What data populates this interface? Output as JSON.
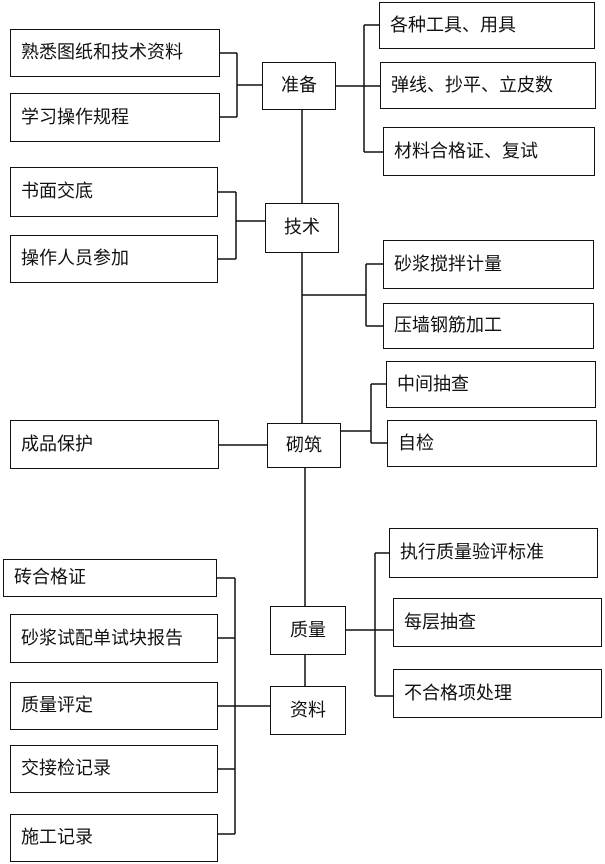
{
  "nodes": {
    "prep": "准备",
    "tech": "技术",
    "masonry": "砌筑",
    "quality": "质量",
    "records": "资料"
  },
  "left": {
    "prep_1": "熟悉图纸和技术资料",
    "prep_2": "学习操作规程",
    "tech_1": "书面交底",
    "tech_2": "操作人员参加",
    "masonry_1": "成品保护",
    "records_1": "砖合格证",
    "records_2": "砂浆试配单试块报告",
    "records_3": "质量评定",
    "records_4": "交接检记录",
    "records_5": "施工记录"
  },
  "right": {
    "prep_1": "各种工具、用具",
    "prep_2": "弹线、抄平、立皮数",
    "prep_3": "材料合格证、复试",
    "tech_1": "砂浆搅拌计量",
    "tech_2": "压墙钢筋加工",
    "masonry_1": "中间抽查",
    "masonry_2": "自检",
    "quality_1": "执行质量验评标准",
    "quality_2": "每层抽查",
    "quality_3": "不合格项处理"
  }
}
